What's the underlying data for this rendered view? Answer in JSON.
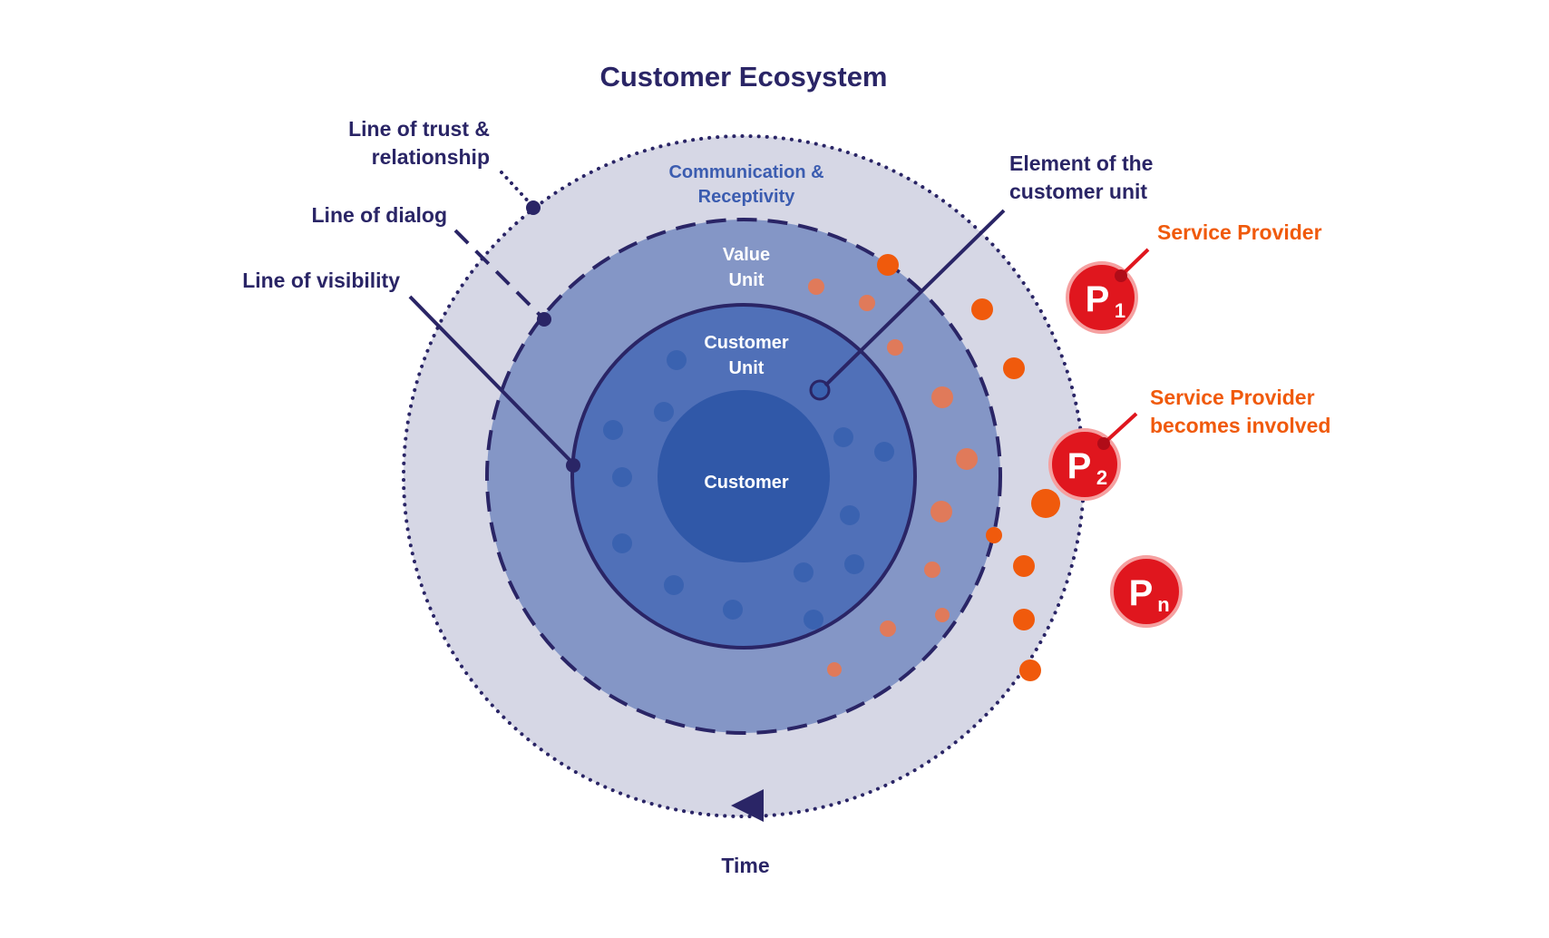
{
  "title": "Customer Ecosystem",
  "labels": {
    "line_of_trust_1": "Line of trust &",
    "line_of_trust_2": "relationship",
    "line_of_dialog": "Line of dialog",
    "line_of_visibility": "Line of visibility",
    "comm_1": "Communication &",
    "comm_2": "Receptivity",
    "value_1": "Value",
    "value_2": "Unit",
    "cu_1": "Customer",
    "cu_2": "Unit",
    "customer": "Customer",
    "element_1": "Element of the",
    "element_2": "customer unit",
    "service_provider": "Service Provider",
    "involved_1": "Service Provider",
    "involved_2": "becomes involved",
    "time": "Time"
  },
  "providers": [
    {
      "letter": "P",
      "sub": "1"
    },
    {
      "letter": "P",
      "sub": "2"
    },
    {
      "letter": "P",
      "sub": "n"
    }
  ],
  "colors": {
    "navy": "#2a2566",
    "outer_ring": "#d6d7e5",
    "value_ring": "#8496c6",
    "customer_unit": "#5070b8",
    "customer_core": "#3058a8",
    "dots_blue": "#3a62b0",
    "dots_salmon": "#e07a5a",
    "orange": "#f05a0c",
    "provider_red": "#e0161e"
  }
}
